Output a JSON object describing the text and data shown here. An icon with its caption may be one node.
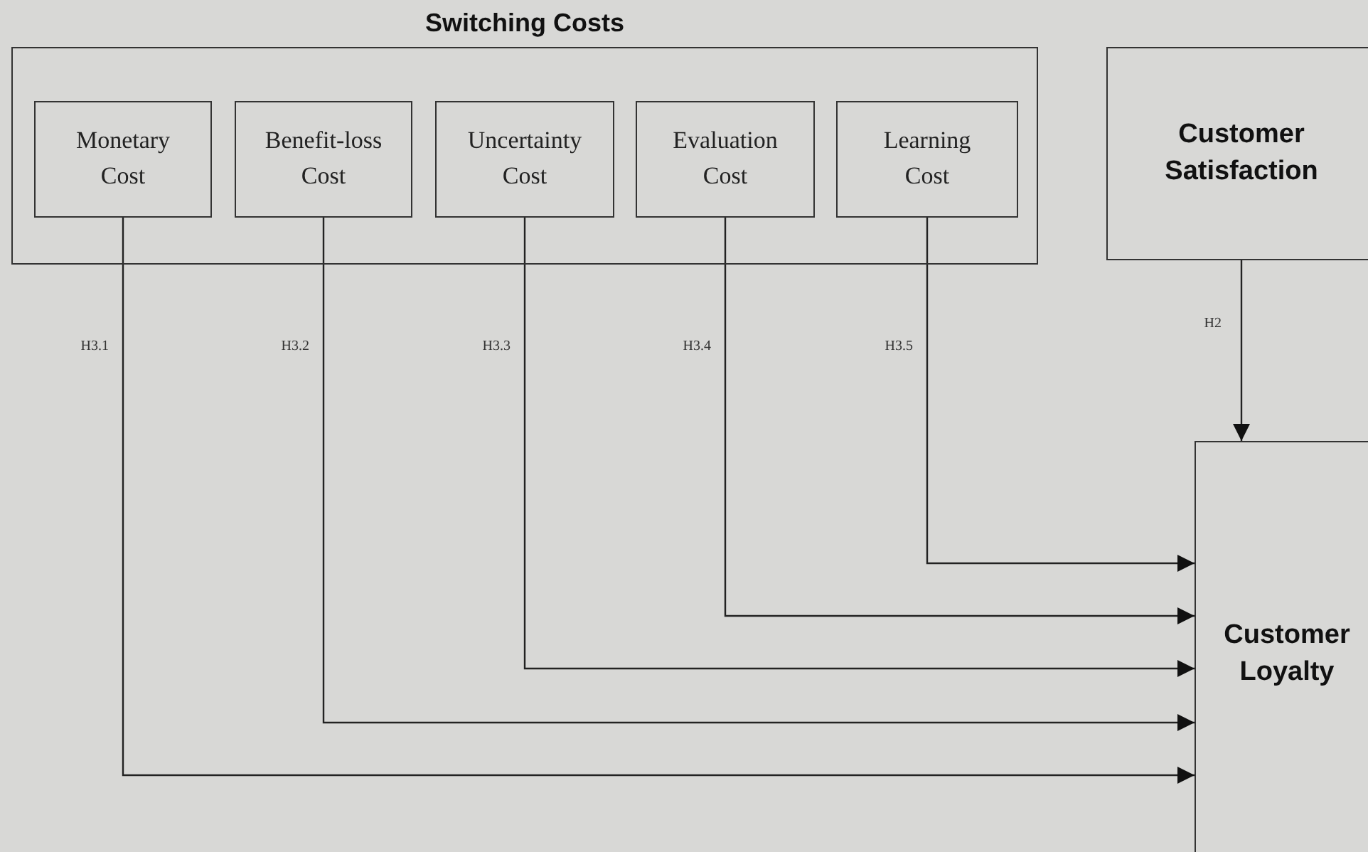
{
  "diagram": {
    "nodes": [
      {
        "text": [
          "Switching Costs"
        ]
      },
      {
        "text": [
          "Monetary Cost"
        ],
        "in": 0
      },
      {
        "text": [
          "Benefit-loss Cost"
        ],
        "in": 0
      },
      {
        "text": [
          "Uncertainty Cost"
        ],
        "in": 0
      },
      {
        "text": [
          "Evaluation Cost"
        ],
        "in": 0
      },
      {
        "text": [
          "Learning Cost"
        ],
        "in": 0
      },
      {
        "text": [
          "Customer Satisfaction"
        ]
      },
      {
        "text": [
          "Customer Loyalty"
        ]
      }
    ],
    "edges": [
      {
        "from": 1,
        "to": 7,
        "arrow": "to",
        "label": "H3.1"
      },
      {
        "from": 2,
        "to": 7,
        "arrow": "to",
        "label": "H3.2"
      },
      {
        "from": 3,
        "to": 7,
        "arrow": "to",
        "label": "H3.3"
      },
      {
        "from": 4,
        "to": 7,
        "arrow": "to",
        "label": "H3.4"
      },
      {
        "from": 5,
        "to": 7,
        "arrow": "to",
        "label": "H3.5"
      },
      {
        "from": 6,
        "to": 7,
        "arrow": "to",
        "label": "H2"
      }
    ]
  }
}
